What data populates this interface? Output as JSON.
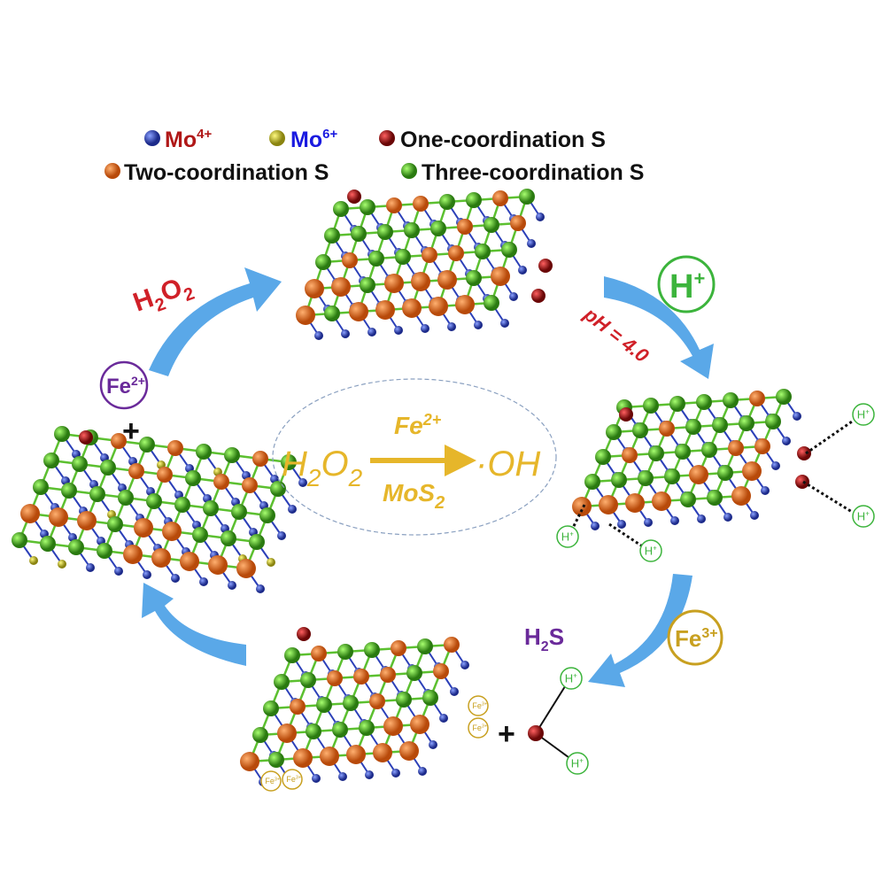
{
  "legend": [
    {
      "label": "Mo",
      "sup": "4+",
      "color": "#2b3fb8",
      "text_color": "#b01818"
    },
    {
      "label": "Mo",
      "sup": "6+",
      "color": "#c9c11e",
      "text_color": "#1a1ae0"
    },
    {
      "label": "One-coordination S",
      "color": "#a31010",
      "text_color": "#111111"
    },
    {
      "label": "Two-coordination S",
      "color": "#e0701e",
      "text_color": "#111111"
    },
    {
      "label": "Three-coordination S",
      "color": "#4aa820",
      "text_color": "#111111"
    }
  ],
  "labels": {
    "h2o2_main": "H",
    "h2o2_sub1": "2",
    "h2o2_o": "O",
    "h2o2_sub2": "2",
    "h_plus": "H",
    "h_plus_sup": "+",
    "ph": "pH = 4.0",
    "fe2": "Fe",
    "fe2_sup": "2+",
    "fe3": "Fe",
    "fe3_sup": "3+",
    "h2s_h": "H",
    "h2s_sub": "2",
    "h2s_s": "S",
    "plus": "+",
    "small_h": "H",
    "small_h_sup": "+",
    "small_fe": "Fe",
    "small_fe_sup": "3+"
  },
  "center_reaction": {
    "reactant": "H",
    "reactant_sub1": "2",
    "reactant_o": "O",
    "reactant_sub2": "2",
    "catalyst_top": "Fe",
    "catalyst_top_sup": "2+",
    "catalyst_bottom": "MoS",
    "catalyst_bottom_sub": "2",
    "product": "·OH"
  },
  "colors": {
    "arrow": "#5aa8e8",
    "reaction": "#e6b62a",
    "red_label": "#d02028",
    "green": "#3cb43c",
    "purple": "#6a2a9a",
    "gold": "#c8a020"
  }
}
